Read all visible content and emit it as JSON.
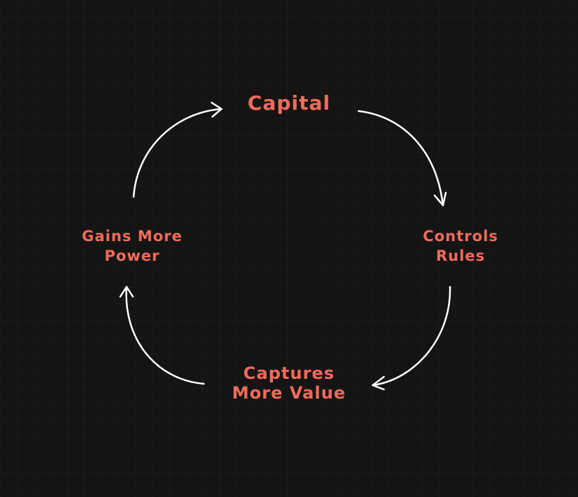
{
  "nodes": {
    "capital": "Capital",
    "controls": [
      "Controls",
      "Rules"
    ],
    "captures": [
      "Captures",
      "More Value"
    ],
    "gains": [
      "Gains More",
      "Power"
    ]
  },
  "colors": {
    "accent": "#f26b5b",
    "arrow": "#ffffff",
    "background": "#141414"
  }
}
